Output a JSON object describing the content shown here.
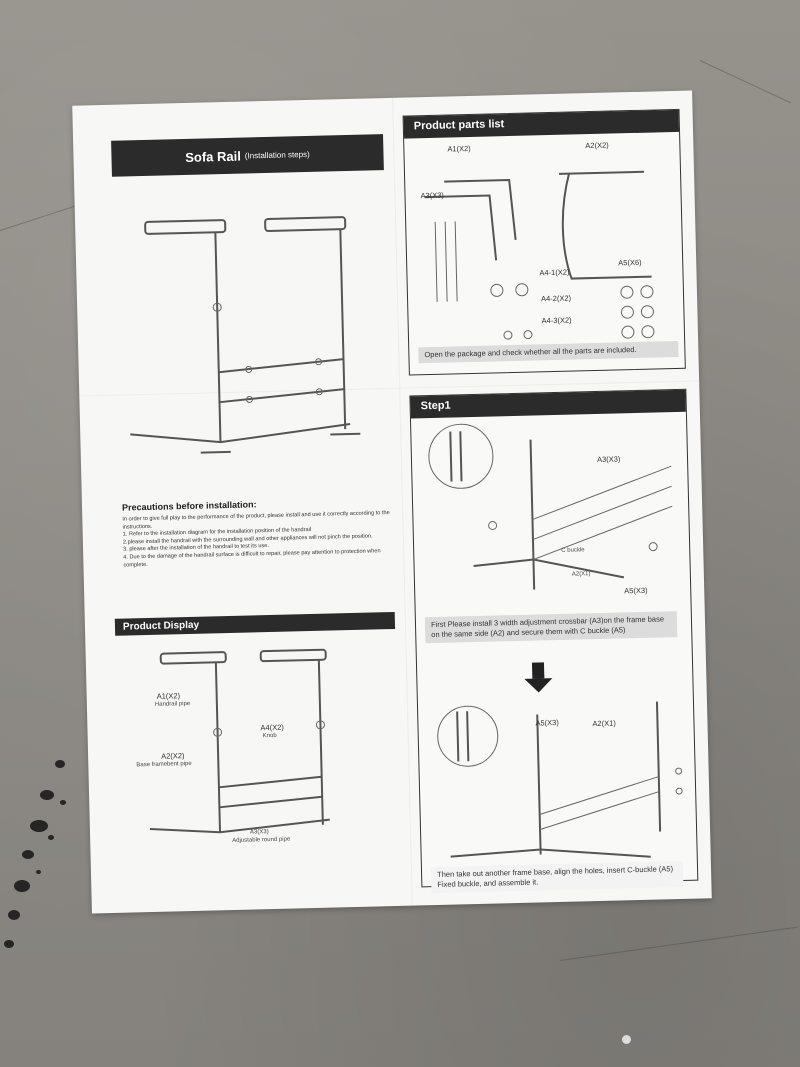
{
  "manual": {
    "title": "Sofa Rail",
    "title_suffix": "(Installation steps)",
    "precautions": {
      "heading": "Precautions before installation:",
      "intro": "In order to give full play to the performance of the product, please install and use it correctly according to the instructions.",
      "items": [
        "1. Refer to the installation diagram for the installation position of the handrail",
        "2.please install the handrail with the surrounding wall and other appliances will not pinch the position.",
        "3. please after the installation of the handrail to test its use.",
        "4. Due to the damage of the handrail surface is difficult to repair, please pay attention to protection when complete."
      ]
    },
    "product_display": {
      "heading": "Product Display",
      "labels": {
        "a1": "A1(X2)",
        "a1_desc": "Handrail pipe",
        "a4": "A4(X2)",
        "a4_desc": "Knob",
        "a2": "A2(X2)",
        "a2_desc": "Base framebent pipe",
        "a3": "A3(X3)",
        "a3_desc": "Adjustable round pipe"
      }
    },
    "parts_list": {
      "heading": "Product parts list",
      "labels": {
        "a1": "A1(X2)",
        "a2": "A2(X2)",
        "a3": "A3(X3)",
        "a5": "A5(X6)",
        "a4_1": "A4-1(X2)",
        "a4_2": "A4-2(X2)",
        "a4_3": "A4-3(X2)"
      },
      "note": "Open the package and check whether all the parts are included."
    },
    "step1": {
      "heading": "Step1",
      "labels": {
        "a3": "A3(X3)",
        "c_buckle": "C buckle",
        "a2": "A2(X1)",
        "a5": "A5(X3)",
        "a5b": "A5(X3)",
        "a2b": "A2(X1)"
      },
      "note1": "First Please install 3 width adjustment crossbar (A3)on the frame base on the same side (A2) and secure them with C buckle (A5)",
      "note2": "Then take out another frame base, align the holes, insert C-buckle (A5) Fixed buckle, and assemble it."
    }
  }
}
